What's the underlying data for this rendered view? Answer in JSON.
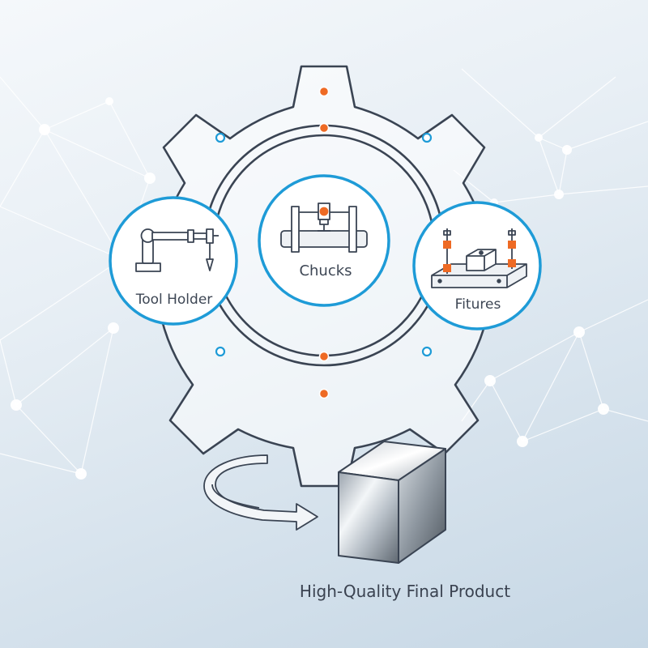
{
  "labels": {
    "center_module": "Chucks",
    "left_module": "Tool Holder",
    "right_module": "Fitures",
    "output": "High-Quality Final Product"
  },
  "colors": {
    "outline": "#3a4453",
    "accent_blue": "#1e9bd7",
    "accent_orange": "#ee6a24",
    "network_lines": "#ffffff"
  },
  "icons": {
    "left_module": "robotic-arm-icon",
    "center_module": "lathe-chuck-icon",
    "right_module": "fixture-clamp-icon",
    "rotation": "curved-arrow-icon",
    "product": "metal-cube-icon"
  }
}
